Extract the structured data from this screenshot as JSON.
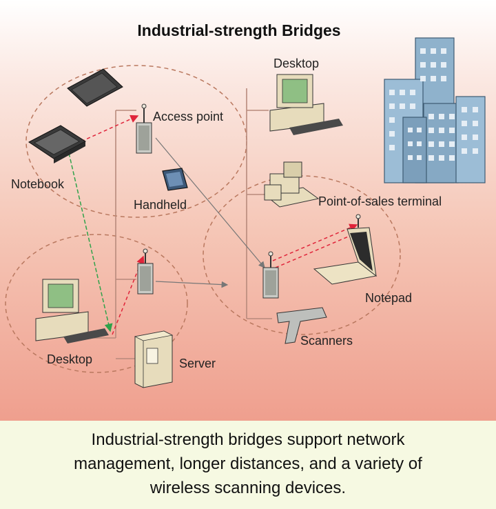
{
  "title": "Industrial-strength Bridges",
  "labels": {
    "access_point": "Access point",
    "notebook": "Notebook",
    "handheld": "Handheld",
    "desktop_top": "Desktop",
    "point_of_sales": "Point-of-sales terminal",
    "notepad": "Notepad",
    "scanners": "Scanners",
    "desktop_bottom": "Desktop",
    "server": "Server"
  },
  "caption": {
    "line1": "Industrial-strength bridges support network",
    "line2": "management, longer distances, and a variety of",
    "line3": "wireless scanning devices."
  },
  "colors": {
    "wired_link": "#b88a7c",
    "wireless_link": "#e0243a",
    "green_link": "#2fa24a",
    "coverage_circle": "#b9785f",
    "device_beige": "#efe3c2",
    "building": "#8fb2cc"
  }
}
